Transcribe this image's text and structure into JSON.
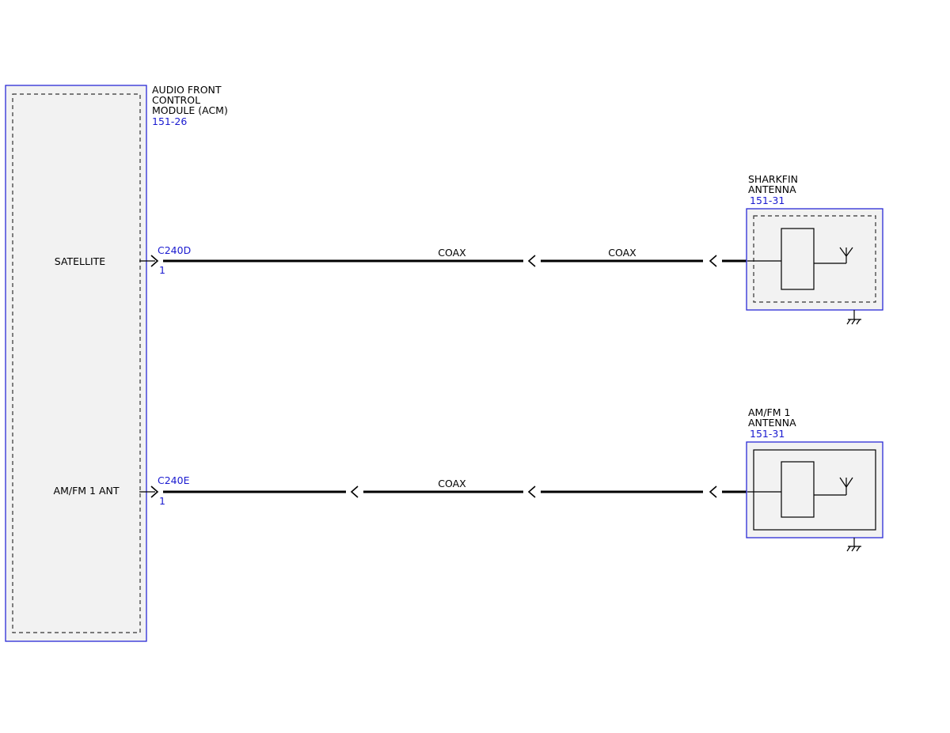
{
  "colors": {
    "component_outline": "#2a2ad6",
    "component_fill": "#f2f2f2",
    "wire": "#000000",
    "reference_text": "#1a1ad0",
    "text": "#000000"
  },
  "acm": {
    "name_line1": "AUDIO FRONT",
    "name_line2": "CONTROL",
    "name_line3": "MODULE (ACM)",
    "ref": "151-26",
    "pins": {
      "satellite": "SATELLITE",
      "amfm": "AM/FM 1 ANT"
    }
  },
  "connectors": {
    "satellite": {
      "id": "C240D",
      "pin": "1"
    },
    "amfm": {
      "id": "C240E",
      "pin": "1"
    }
  },
  "wires": {
    "satellite": {
      "label_left": "COAX",
      "label_right": "COAX"
    },
    "amfm": {
      "label": "COAX"
    }
  },
  "sharkfin": {
    "name_line1": "SHARKFIN",
    "name_line2": "ANTENNA",
    "ref": "151-31",
    "icons": [
      "antenna-icon",
      "ground-icon"
    ]
  },
  "amfm_antenna": {
    "name_line1": "AM/FM 1",
    "name_line2": "ANTENNA",
    "ref": "151-31",
    "icons": [
      "antenna-icon",
      "ground-icon"
    ]
  }
}
